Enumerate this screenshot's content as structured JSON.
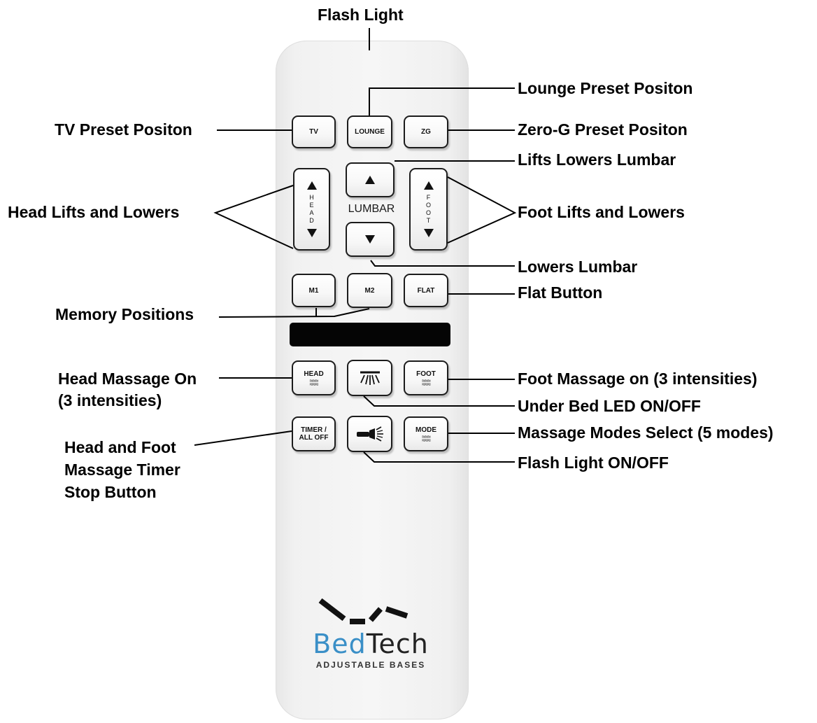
{
  "callouts": {
    "flash_light": "Flash Light",
    "lounge_preset": "Lounge Preset Positon",
    "tv_preset": "TV Preset Positon",
    "zero_g_preset": "Zero-G Preset Positon",
    "lifts_lowers_lumbar": "Lifts Lowers Lumbar",
    "head_lifts_lowers": "Head Lifts and Lowers",
    "foot_lifts_lowers": "Foot Lifts and Lowers",
    "lowers_lumbar": "Lowers Lumbar",
    "flat_button": "Flat Button",
    "memory_positions": "Memory Positions",
    "head_massage_on": "Head Massage On\n(3 intensities)",
    "foot_massage_on": "Foot Massage on (3 intensities)",
    "under_bed_led": "Under Bed LED ON/OFF",
    "massage_modes": "Massage Modes Select (5 modes)",
    "timer_stop": "Head and Foot\nMassage Timer\nStop Button",
    "flash_light_onoff": "Flash Light ON/OFF"
  },
  "remote": {
    "buttons": {
      "tv": "TV",
      "lounge": "LOUNGE",
      "zg": "ZG",
      "head": "H\nE\nA\nD",
      "foot": "F\nO\nO\nT",
      "m1": "M1",
      "m2": "M2",
      "flat": "FLAT",
      "head_massage": "HEAD",
      "foot_massage": "FOOT",
      "timer": "TIMER /\nALL OFF",
      "mode": "MODE"
    },
    "lumbar_label": "LUMBAR",
    "wave_glyph": "≋",
    "icons": [
      "arrow-up-icon",
      "arrow-down-icon",
      "underbed-light-icon",
      "flashlight-icon",
      "massage-wave-icon"
    ]
  },
  "brand": {
    "name_part1": "Bed",
    "name_part2": "Tech",
    "tagline": "ADJUSTABLE BASES",
    "color_bed": "#3a8fc7",
    "color_tech": "#222222"
  }
}
